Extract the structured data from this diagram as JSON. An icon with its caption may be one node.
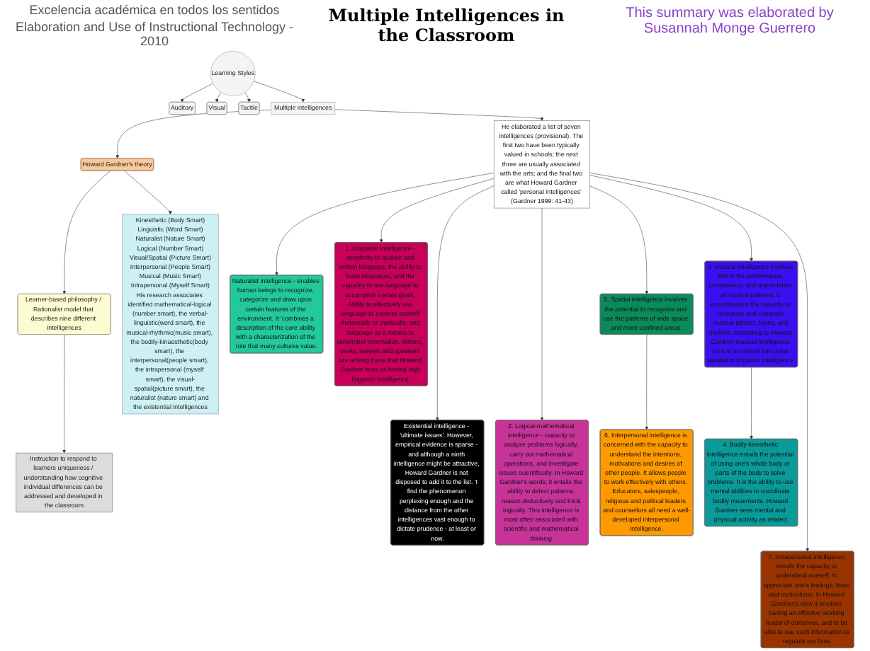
{
  "diagram": {
    "title": "Multiple Intelligences in the Classroom",
    "nodes": [
      {
        "text": [
          "Learning Styles"
        ]
      },
      {
        "text": [
          "Auditory"
        ]
      },
      {
        "text": [
          "Visual"
        ]
      },
      {
        "text": [
          "Tactile"
        ]
      },
      {
        "text": [
          "Multiple intelligences"
        ]
      },
      {
        "text": [
          "Howard Gardner's theory"
        ]
      },
      {
        "text": [
          "Learner-based philosophy / Rationalist model that describes nine different intelligences"
        ]
      },
      {
        "text": [
          "Instruction to respond to learners uniqueness / understanding how cognitive individual differences can be addressed and developed in the classroom"
        ]
      },
      {
        "text": [
          "Kinesthetic (Body Smart)",
          "Linguistic (Word Smart)",
          "Naturalist (Nature Smart)",
          "Logical (Number Smart)",
          "Visual/Spatial (Picture Smart)",
          "Interpersonal (People Smart)",
          "Musical (Music Smart)",
          "Intrapersonal (Myself Smart)",
          "His research associates identified mathematical-logical (number smart), the verbal-linguistic(word smart), the musical-rhythmic(music smart), the bodily-kinaesthetic(body smart), the interpersonal(people smart), the intrapersonal (myself smart), the visual-spatial(picture smart), the naturalist (nature smart) and the existential intelligences"
        ]
      },
      {
        "text": [
          "Naturalist intelligence - enables human beings to recognize, categorize and draw upon certain features of the environment. It 'combines a description of the core ability with a characterization of the role that many cultures value."
        ]
      },
      {
        "text": [
          "Existential intelligence - 'ultimate issues'. However, empirical evidence is sparse - and although a ninth intelligence might be attractive, Howard Gardner is not disposed to add it to the list. 'I find the phenomenon perplexing enough and the distance from the other intelligences vast enough to dictate prudence - at least or now."
        ]
      },
      {
        "text": [
          "1. Linguistic intelligence - sensitivity to spoken and written language, the ability to learn languages, and the capacity to use language to accomplish certain goals. Ability to effectively use language to express oneself rhetorically or poetically; and language as a means to remember information. Writers, poets, lawyers and speakers are among those that Howard Gardner sees as having high linguistic intelligence."
        ]
      },
      {
        "text": [
          "He elaborated a list of seven intelligences (provisional). The first two have been typically valued in schools; the next three are usually associated with the arts; and the final two are what Howard Gardner called 'personal intelligences' (Gardner 1999: 41-43)"
        ]
      },
      {
        "text": [
          "2. Logical-mathematical intelligence - capacity to analyze problems logically, carry out mathematical operations, and investigate issues scientifically. In Howard Gardner's words, it entails the ability to detect patterns, reason deductively and think logically. This intelligence is most often associated with scientific and mathematical thinking."
        ]
      },
      {
        "text": [
          "5. Spatial intelligence involves the potential to recognize and use the patterns of wide space and more confined areas."
        ]
      },
      {
        "text": [
          "3. Musical intelligence involves skill in the performance, composition, and appreciation of musical patterns. It encompasses the capacity to recognize and compose musical pitches, tones, and rhythms. According to Howard Gardner musical intelligence runs in an almost structural parallel to linguistic intelligence."
        ]
      },
      {
        "text": [
          "6. Interpersonal intelligence is concerned with the capacity to understand the intentions, motivations and desires of other people. It allows people to work effectively with others. Educators, salespeople, religious and political leaders and counsellors all need a well-developed interpersonal intelligence."
        ]
      },
      {
        "text": [
          "4. Bodily-kinesthetic intelligence entails the potential of using one's whole body or parts of the body to solve problems. It is the ability to use mental abilities to coordinate bodily movements. Howard Gardner sees mental and physical activity as related."
        ]
      },
      {
        "text": [
          "7. Intrapersonal intelligence entails the capacity to understand oneself, to appreciate one's feelings, fears and motivations. In Howard Gardner's view it involves having an effective working model of ourselves, and to be able to use such information to regulate our lives."
        ]
      }
    ],
    "edges": [
      {
        "from": 0,
        "to": 1,
        "arrow": "to"
      },
      {
        "from": 0,
        "to": 2,
        "arrow": "to"
      },
      {
        "from": 0,
        "to": 3,
        "arrow": "to"
      },
      {
        "from": 0,
        "to": 4,
        "arrow": "to"
      },
      {
        "from": 4,
        "to": 5,
        "arrow": "to"
      },
      {
        "from": 5,
        "to": 6,
        "arrow": "to"
      },
      {
        "from": 6,
        "to": 7,
        "arrow": "to"
      },
      {
        "from": 5,
        "to": 8,
        "arrow": "to"
      },
      {
        "from": 4,
        "to": 12,
        "arrow": "to"
      },
      {
        "from": 12,
        "to": 9,
        "arrow": "to"
      },
      {
        "from": 12,
        "to": 10,
        "arrow": "to"
      },
      {
        "from": 12,
        "to": 11,
        "arrow": "to"
      },
      {
        "from": 12,
        "to": 13,
        "arrow": "to"
      },
      {
        "from": 12,
        "to": 14,
        "arrow": "to"
      },
      {
        "from": 12,
        "to": 15,
        "arrow": "to"
      },
      {
        "from": 14,
        "to": 16,
        "arrow": "to"
      },
      {
        "from": 15,
        "to": 17,
        "arrow": "to"
      },
      {
        "from": 12,
        "to": 18,
        "arrow": "to"
      }
    ],
    "labels": [
      "Excelencia académica en todos los sentidos",
      "Elaboration and Use of Instructional Technology - 2010",
      "This summary was elaborated by Susannah Monge Guerrero"
    ]
  }
}
